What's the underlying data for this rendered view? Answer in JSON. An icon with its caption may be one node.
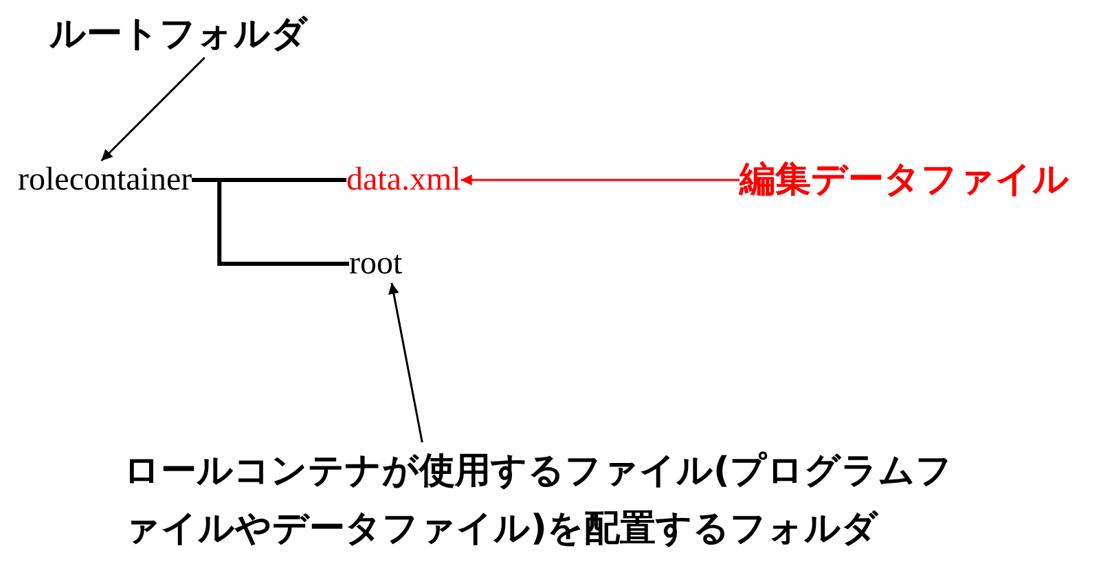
{
  "diagram": {
    "nodes": [
      {
        "text": [
          "ルートフォルダ"
        ]
      },
      {
        "text": [
          "rolecontainer"
        ]
      },
      {
        "text": [
          "data.xml"
        ]
      },
      {
        "text": [
          "編集データファイル"
        ]
      },
      {
        "text": [
          "root"
        ]
      },
      {
        "text": [
          "ロールコンテナが使用するファイル(プログラムファイルやデータファイル)を配置するフォルダ"
        ]
      }
    ],
    "edges": [
      {
        "from": 0,
        "to": 1,
        "arrow": "to"
      },
      {
        "from": 1,
        "to": 2,
        "arrow": "none",
        "style": "thick"
      },
      {
        "from": 1,
        "to": 4,
        "arrow": "none",
        "style": "thick"
      },
      {
        "from": 3,
        "to": 2,
        "arrow": "to",
        "color": "#ff0000"
      },
      {
        "from": 5,
        "to": 4,
        "arrow": "to"
      }
    ]
  }
}
